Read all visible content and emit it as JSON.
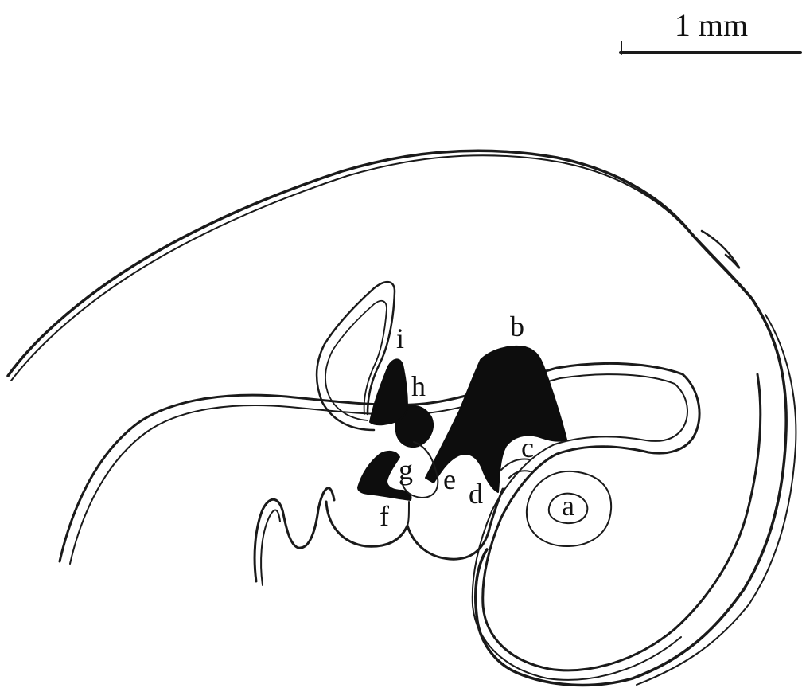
{
  "scale_bar": {
    "label": "1 mm"
  },
  "labels": {
    "a": "a",
    "b": "b",
    "c": "c",
    "d": "d",
    "e": "e",
    "f": "f",
    "g": "g",
    "h": "h",
    "i": "i"
  },
  "colors": {
    "ink": "#1a1a1a",
    "filled_region": "#0d0d0d",
    "background": "#ffffff"
  }
}
